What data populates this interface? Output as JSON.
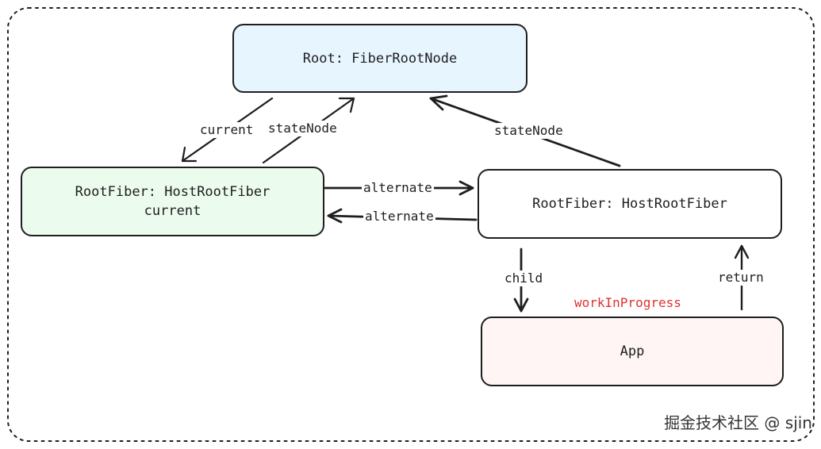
{
  "nodes": {
    "root": {
      "label": "Root: FiberRootNode"
    },
    "current_fiber": {
      "label": "RootFiber: HostRootFiber",
      "sublabel": "current"
    },
    "wip_fiber": {
      "label": "RootFiber: HostRootFiber"
    },
    "app": {
      "label": "App"
    }
  },
  "edges": {
    "current": "current",
    "state_node_left": "stateNode",
    "state_node_right": "stateNode",
    "alternate_top": "alternate",
    "alternate_bottom": "alternate",
    "child": "child",
    "return": "return"
  },
  "annotation": {
    "work_in_progress": "workInProgress"
  },
  "watermark": "掘金技术社区 @ sjin",
  "colors": {
    "root_fill": "#e7f5ff",
    "current_fill": "#ebfbee",
    "wip_fill": "#ffffff",
    "app_fill": "#fff5f5",
    "annotation_text": "#e03131",
    "stroke": "#1e1e1e"
  }
}
